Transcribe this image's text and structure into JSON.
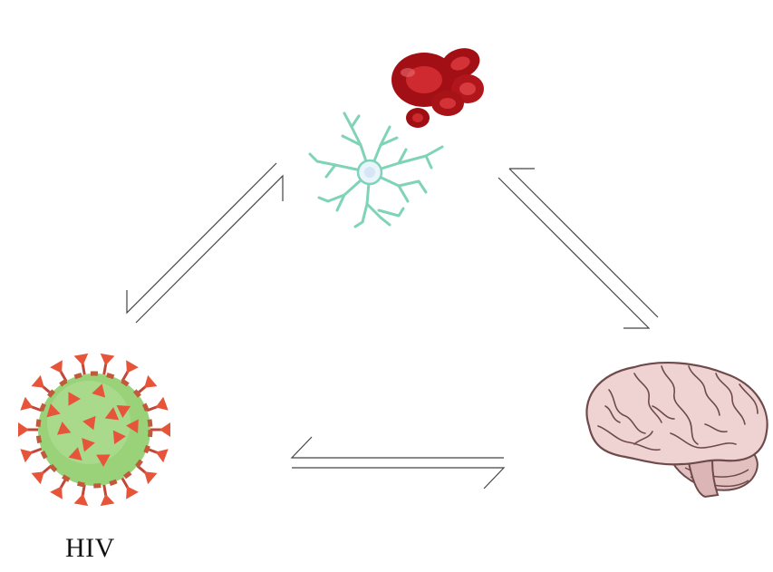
{
  "labels": {
    "hiv": "HIV"
  },
  "nodes": [
    {
      "id": "cells",
      "icon": "red-blood-cells-and-glial-cell-icon"
    },
    {
      "id": "hiv",
      "icon": "hiv-virus-icon"
    },
    {
      "id": "brain",
      "icon": "brain-icon"
    }
  ],
  "colors": {
    "arrow": "#444444",
    "rbc": "#b31218",
    "rbc_highlight": "#e0343a",
    "microglia": "#7fd3b8",
    "virus_body": "#9ad27a",
    "virus_spike": "#e6553a",
    "brain": "#efd3d3",
    "brain_line": "#6e4a4a"
  }
}
